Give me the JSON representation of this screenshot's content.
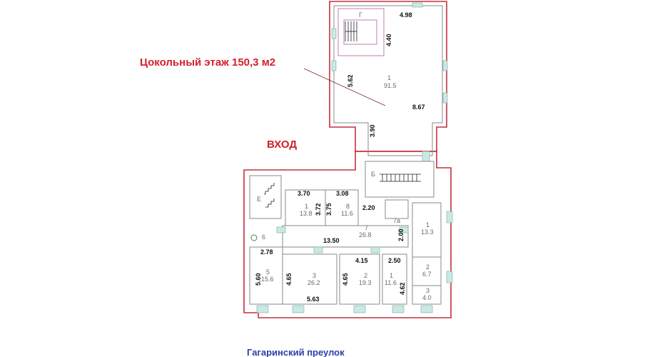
{
  "header": {
    "floor_title": "Цокольный этаж 150,3 м2",
    "entrance_label": "ВХОД",
    "street_label": "Гагаринский преулок"
  },
  "colors": {
    "title_red": "#d4202a",
    "street_blue": "#2d3fa5",
    "outer_wall": "#c4303d",
    "inner_wall": "#8a8a8a",
    "window_fill": "#c9eae4"
  },
  "rooms": [
    {
      "key": "top_1",
      "number": "1",
      "area": "91.5"
    },
    {
      "key": "w1",
      "number": "1",
      "area": "13.8"
    },
    {
      "key": "w8",
      "number": "8",
      "area": "11.6"
    },
    {
      "key": "w7",
      "number": "7",
      "area": "26.8"
    },
    {
      "key": "b5",
      "number": "5",
      "area": "15.6"
    },
    {
      "key": "b3",
      "number": "3",
      "area": "26.2"
    },
    {
      "key": "b2",
      "number": "2",
      "area": "19.3"
    },
    {
      "key": "b1",
      "number": "1",
      "area": "11.6"
    },
    {
      "key": "e1",
      "number": "1",
      "area": "13.3"
    },
    {
      "key": "e2",
      "number": "2",
      "area": "6.7"
    },
    {
      "key": "e3",
      "number": "3",
      "area": "4.0"
    }
  ],
  "stair_labels": [
    "Г",
    "Б",
    "Е"
  ],
  "small_labels": {
    "wc": "6",
    "seven_a": "7а"
  },
  "dimensions": [
    "4.98",
    "4.40",
    "5.62",
    "8.67",
    "3.90",
    "3.70",
    "3.08",
    "3.72",
    "3.75",
    "2.20",
    "13.50",
    "2.00",
    "2.78",
    "5.60",
    "4.65",
    "4.15",
    "2.50",
    "4.65",
    "4.62",
    "5.63"
  ]
}
